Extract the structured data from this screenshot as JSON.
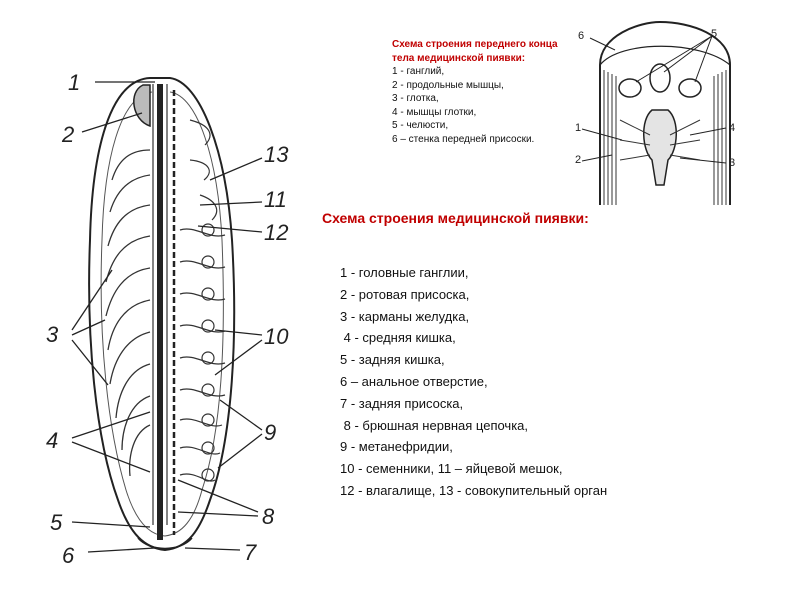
{
  "figure1": {
    "labels": [
      "1",
      "2",
      "13",
      "11",
      "12",
      "3",
      "10",
      "4",
      "9",
      "5",
      "8",
      "6",
      "7"
    ]
  },
  "figure2": {
    "labels": [
      "6",
      "5",
      "1",
      "4",
      "2",
      "3"
    ]
  },
  "caption1": {
    "title": "Схема строения переднего конца тела медицинской пиявки:",
    "items": [
      "1 - ганглий,",
      "2 - продольные мышцы,",
      "3 - глотка,",
      "4 - мышцы глотки,",
      "5 - челюсти,",
      " 6 – стенка передней присоски."
    ]
  },
  "caption2": {
    "title": "Схема строения  медицинской пиявки:",
    "items": [
      "1 - головные ганглии,",
      "2 - ротовая присоска,",
      "3 - карманы желудка,",
      " 4 - средняя кишка,",
      "5 - задняя кишка,",
      "6 – анальное отверстие,",
      "7 - задняя присоска,",
      " 8 - брюшная нервная цепочка,",
      "9 - метанефридии,",
      "10 - семенники, 11 – яйцевой мешок,",
      "12 - влагалище, 13 - совокупительный орган"
    ]
  }
}
